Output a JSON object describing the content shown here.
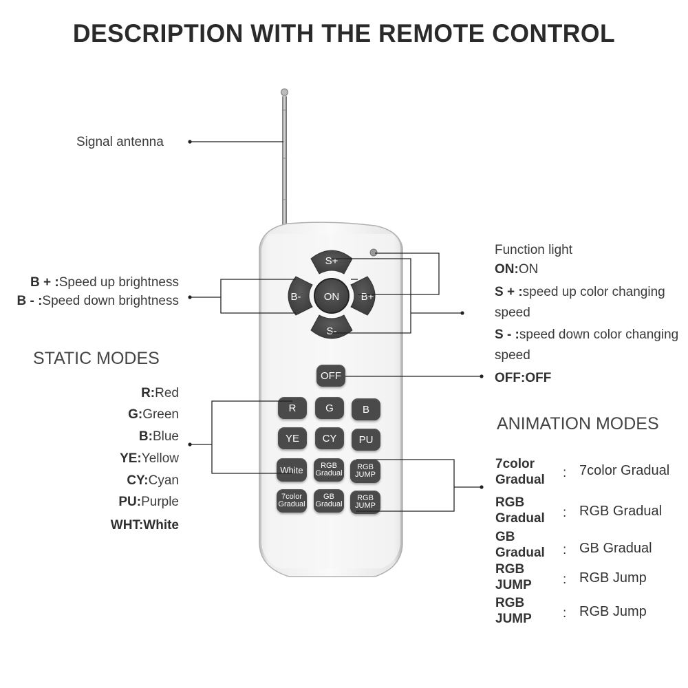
{
  "title": "DESCRIPTION WITH THE REMOTE CONTROL",
  "labels": {
    "antenna": "Signal antenna",
    "function_light": "Function light",
    "on": {
      "key": "ON:",
      "desc": "ON"
    },
    "s_plus": {
      "key": "S + :",
      "desc": "speed up color changing",
      "desc2": "speed"
    },
    "s_minus": {
      "key": "S - :",
      "desc": "speed down color changing",
      "desc2": "speed"
    },
    "off": {
      "key": "OFF:",
      "desc": "OFF"
    },
    "b_plus": {
      "key": "B + :",
      "desc": "Speed up brightness"
    },
    "b_minus": {
      "key": "B - :",
      "desc": "Speed down brightness"
    }
  },
  "static_modes": {
    "heading": "STATIC MODES",
    "items": [
      {
        "key": "R:",
        "desc": "Red"
      },
      {
        "key": "G:",
        "desc": "Green"
      },
      {
        "key": "B:",
        "desc": "Blue"
      },
      {
        "key": "YE:",
        "desc": "Yellow"
      },
      {
        "key": "CY:",
        "desc": "Cyan"
      },
      {
        "key": "PU:",
        "desc": "Purple"
      },
      {
        "key": "WHT:",
        "desc": "White"
      }
    ]
  },
  "animation_modes": {
    "heading": "ANIMATION MODES",
    "items": [
      {
        "name1": "7color",
        "name2": "Gradual",
        "colon": ":",
        "desc": "7color Gradual"
      },
      {
        "name1": "RGB",
        "name2": "Gradual",
        "colon": ":",
        "desc": "RGB Gradual"
      },
      {
        "name1": "GB",
        "name2": "Gradual",
        "colon": ":",
        "desc": "GB Gradual"
      },
      {
        "name1": "RGB",
        "name2": "JUMP",
        "colon": ":",
        "desc": "RGB Jump"
      },
      {
        "name1": "RGB",
        "name2": "JUMP",
        "colon": ":",
        "desc": "RGB Jump"
      }
    ]
  },
  "remote": {
    "dpad": {
      "up": "S+",
      "down": "S-",
      "left": "B-",
      "right": "B+",
      "center": "ON"
    },
    "off": "OFF",
    "row1": [
      "R",
      "G",
      "B"
    ],
    "row2": [
      "YE",
      "CY",
      "PU"
    ],
    "row3": [
      {
        "l1": "White",
        "l2": ""
      },
      {
        "l1": "RGB",
        "l2": "Gradual"
      },
      {
        "l1": "RGB",
        "l2": "JUMP"
      }
    ],
    "row4": [
      {
        "l1": "7color",
        "l2": "Gradual"
      },
      {
        "l1": "GB",
        "l2": "Gradual"
      },
      {
        "l1": "RGB",
        "l2": "JUMP"
      }
    ]
  },
  "colors": {
    "button": "#4a4a4a",
    "body": "#f3f3f3",
    "edge": "#b9b9b9"
  }
}
